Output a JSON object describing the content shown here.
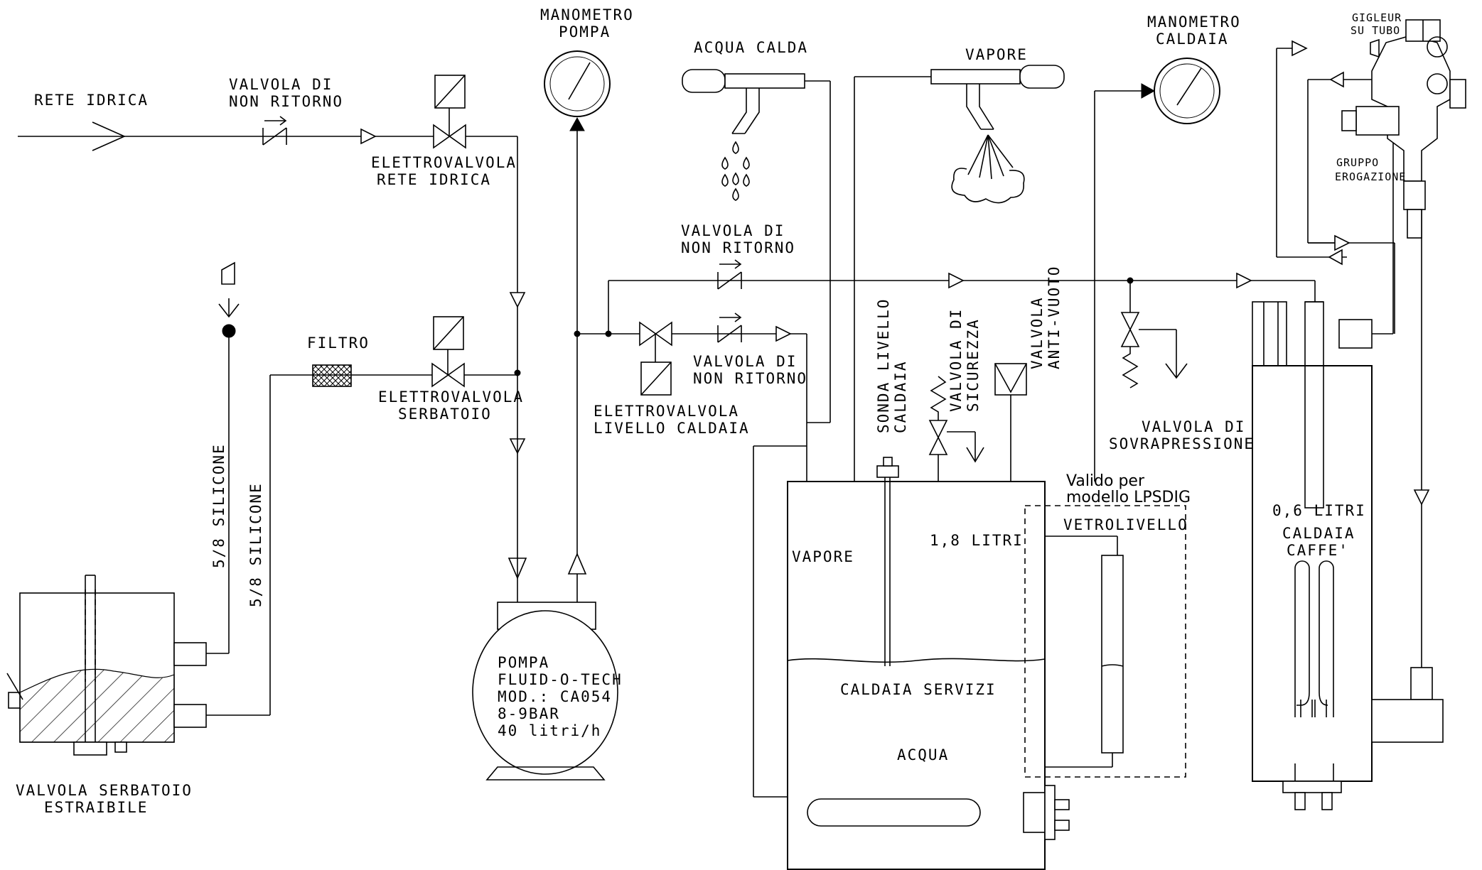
{
  "labels": {
    "rete_idrica": "RETE IDRICA",
    "valvola_non_ritorno_1": [
      "VALVOLA DI",
      "NON RITORNO"
    ],
    "elettrovalvola_rete": [
      "ELETTROVALVOLA",
      "RETE IDRICA"
    ],
    "manometro_pompa": [
      "MANOMETRO",
      "POMPA"
    ],
    "acqua_calda": "ACQUA CALDA",
    "vapore_top": "VAPORE",
    "manometro_caldaia": [
      "MANOMETRO",
      "CALDAIA"
    ],
    "gigleur": [
      "GIGLEUR",
      "SU TUBO"
    ],
    "gruppo": [
      "GRUPPO",
      "EROGAZIONE"
    ],
    "valvola_non_ritorno_2": [
      "VALVOLA DI",
      "NON RITORNO"
    ],
    "filtro": "FILTRO",
    "elettrovalvola_serbatoio": [
      "ELETTROVALVOLA",
      "SERBATOIO"
    ],
    "valvola_non_ritorno_3": [
      "VALVOLA DI",
      "NON RITORNO"
    ],
    "elettrovalvola_livello": [
      "ELETTROVALVOLA",
      "LIVELLO CALDAIA"
    ],
    "sonda": [
      "SONDA LIVELLO",
      "CALDAIA"
    ],
    "valvola_sicurezza": [
      "VALVOLA DI",
      "SICUREZZA"
    ],
    "valvola_antivuoto": [
      "VALVOLA",
      "ANTI-VUOTO"
    ],
    "valvola_sovrapressione": [
      "VALVOLA DI",
      "SOVRAPRESSIONE"
    ],
    "valido": [
      "Valido per",
      "modello LPSDIG"
    ],
    "vetrolivello": "VETROLIVELLO",
    "litri_servizi": "1,8 LITRI",
    "vapore_boiler": "VAPORE",
    "caldaia_servizi": "CALDAIA SERVIZI",
    "acqua": "ACQUA",
    "litri_caffe": "0,6 LITRI",
    "caldaia_caffe": [
      "CALDAIA",
      "CAFFE'"
    ],
    "silicone_1": "5/8 SILICONE",
    "silicone_2": "5/8 SILICONE",
    "pompa": [
      "POMPA",
      "FLUID-O-TECH",
      "MOD.: CA054",
      "8-9BAR",
      "40 litri/h"
    ],
    "serbatoio": [
      "VALVOLA SERBATOIO",
      "ESTRAIBILE"
    ]
  }
}
